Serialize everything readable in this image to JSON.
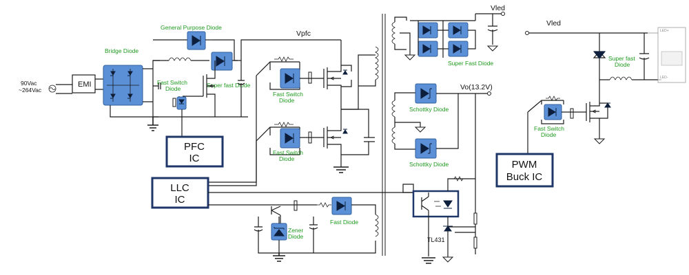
{
  "labels": {
    "input_voltage_line1": "90Vac",
    "input_voltage_line2": "~264Vac",
    "emi": "EMI",
    "bridge_diode": "Bridge Diode",
    "general_purpose_diode": "General Purpose Diode",
    "pfc_fast_switch_line1": "Fast Switch",
    "pfc_fast_switch_line2": "Diode",
    "pfc_super_fast": "Super fast Diode",
    "vpfc": "Vpfc",
    "llc_fast_switch_top_line1": "Fast Switch",
    "llc_fast_switch_top_line2": "Diode",
    "llc_fast_switch_bottom_line1": "Fast Switch",
    "llc_fast_switch_bottom_line2": "Diode",
    "zener_line1": "Zener",
    "zener_line2": "Diode",
    "fast_diode": "Fast Diode",
    "vled_top": "Vled",
    "super_fast_diode_group": "Super Fast Diode",
    "vo": "Vo(13.2V)",
    "schottky_top": "Schottky Diode",
    "schottky_bottom": "Schottky Diode",
    "tl431": "TL431",
    "vled_right": "Vled",
    "buck_super_fast_line1": "Super fast",
    "buck_super_fast_line2": "Diode",
    "buck_fast_switch_line1": "Fast Switch",
    "buck_fast_switch_line2": "Diode",
    "led_plus": "LED+",
    "led_minus": "LED-"
  },
  "ic_blocks": {
    "pfc_line1": "PFC",
    "pfc_line2": "IC",
    "llc_line1": "LLC",
    "llc_line2": "IC",
    "pwm_line1": "PWM",
    "pwm_line2": "Buck IC"
  },
  "colors": {
    "diode_fill": "#5b8fd6",
    "diode_symbol": "#0d1f3c",
    "label_green": "#1e9a1e",
    "ic_border": "#1f3768",
    "wire": "#1a1a1a"
  }
}
